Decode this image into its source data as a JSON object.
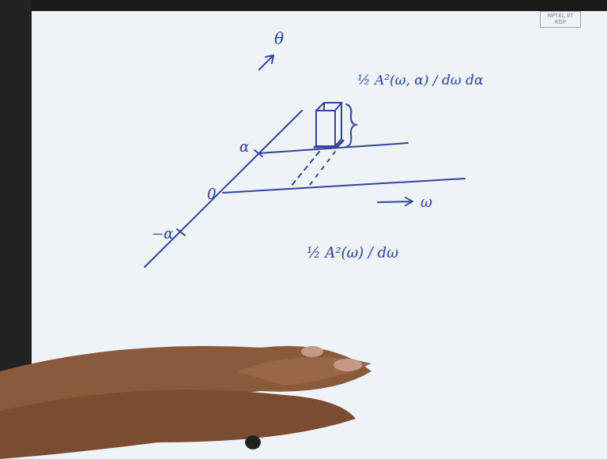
{
  "diagram": {
    "labels": [
      "NPTEL IIT KGP",
      "θ",
      "α",
      "0",
      "−α",
      "ω",
      "½ A²(ω, α) / dω dα",
      "½ A²(ω) / dω"
    ]
  }
}
